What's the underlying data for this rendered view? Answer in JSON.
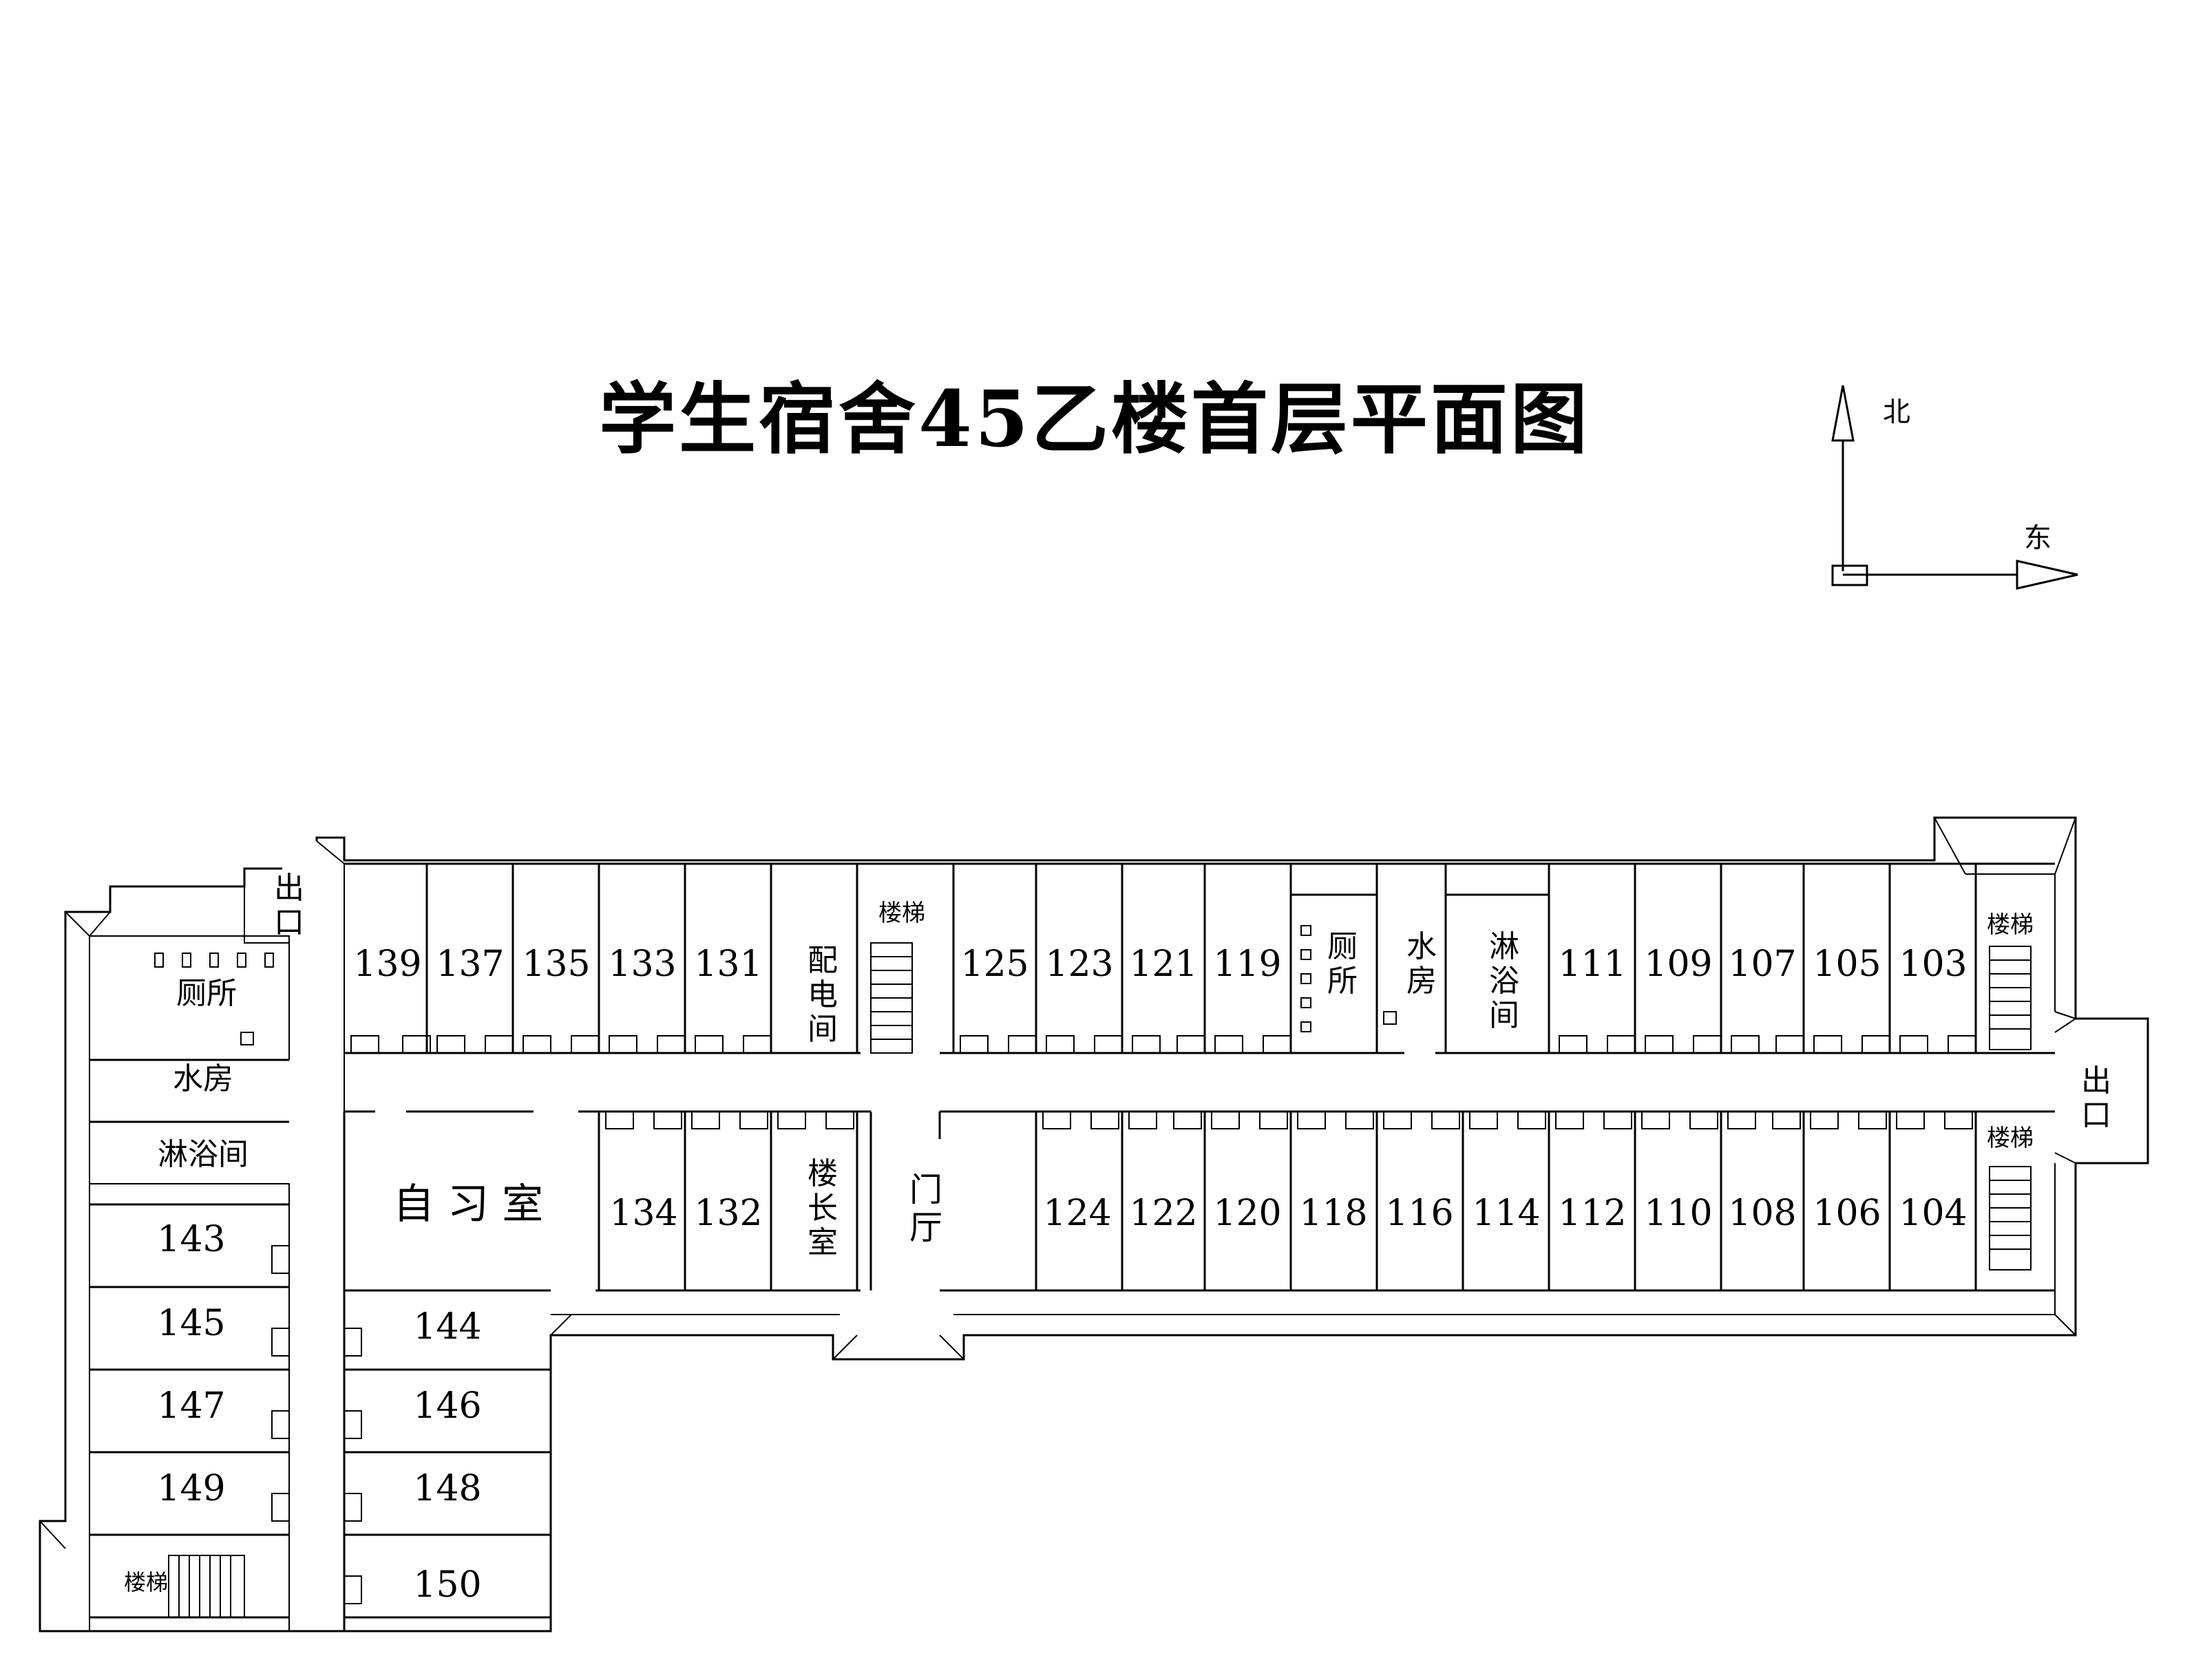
{
  "title": "学生宿舍45乙楼首层平面图",
  "compass": {
    "north": "北",
    "east": "东"
  },
  "north_rooms": [
    "139",
    "137",
    "135",
    "133",
    "131",
    "125",
    "123",
    "121",
    "119",
    "111",
    "109",
    "107",
    "105",
    "103"
  ],
  "south_rooms": [
    "134",
    "132",
    "124",
    "122",
    "120",
    "118",
    "116",
    "114",
    "112",
    "110",
    "108",
    "106",
    "104"
  ],
  "west_left_rooms": [
    "143",
    "145",
    "147",
    "149"
  ],
  "west_right_rooms": [
    "144",
    "146",
    "148",
    "150"
  ],
  "facilities": {
    "power_room": "配电间",
    "stair": "楼梯",
    "toilet": "厕所",
    "water_room": "水房",
    "shower": "淋浴间",
    "study_room": "自 习 室",
    "manager_room": "楼长室",
    "hall": "门厅",
    "exit": "出口"
  }
}
